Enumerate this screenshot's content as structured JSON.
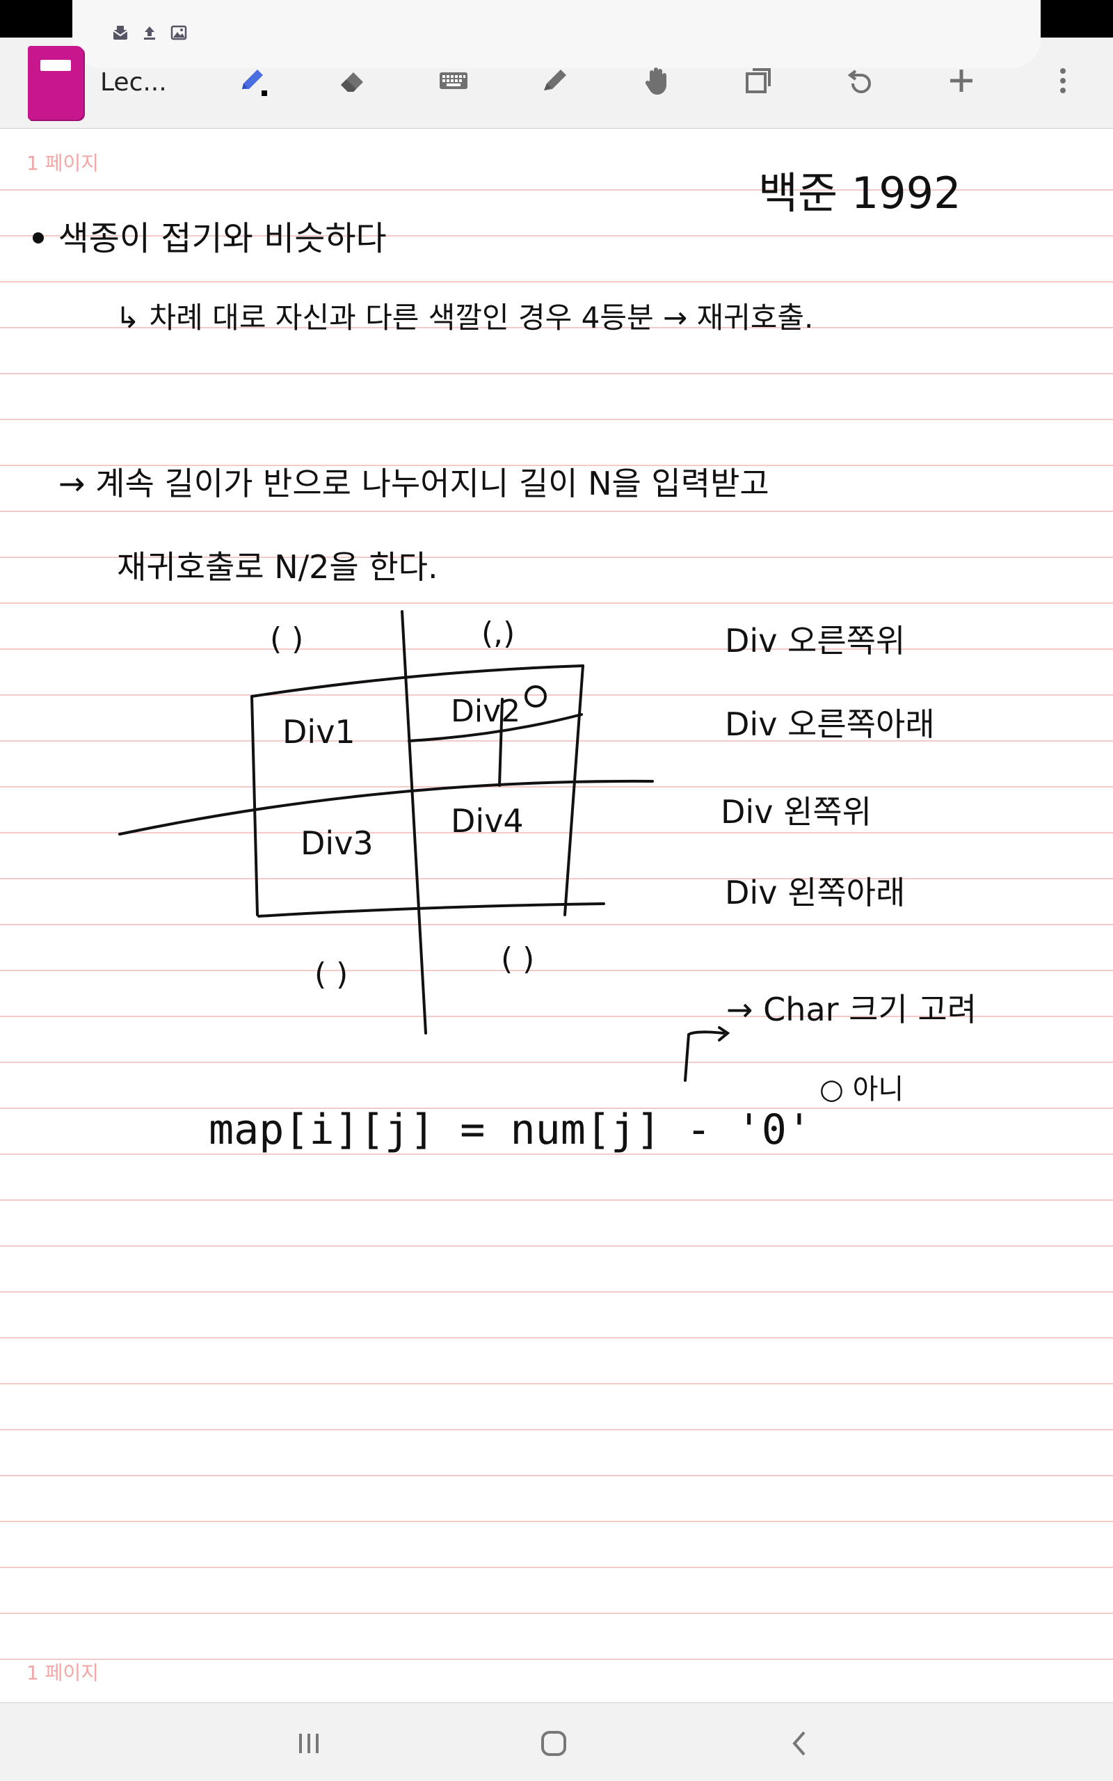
{
  "app": {
    "doc_title": "Lec...",
    "accent_color": "#c8168f"
  },
  "status_icons": [
    "mail-icon",
    "upload-icon",
    "image-icon"
  ],
  "toolbar": {
    "tools": [
      "pen-tool-icon",
      "eraser-icon",
      "keyboard-icon",
      "highlighter-icon",
      "hand-icon",
      "pages-icon",
      "undo-icon",
      "add-icon",
      "more-icon"
    ]
  },
  "page": {
    "label_top": "1 페이지",
    "label_bottom": "1 페이지",
    "line_color": "#f3c9c9"
  },
  "notes": {
    "title": "백준 1992",
    "line1": "• 색종이 접기와 비슷하다",
    "line2": "↳ 차례 대로    자신과 다른 색깔인 경우 4등분 → 재귀호출.",
    "line3": "→ 계속 길이가 반으로 나누어지니 길이 N을 입력받고",
    "line4": "재귀호출로 N/2을 한다.",
    "quad_top_left": "( )",
    "quad_top_right": "(,)",
    "quad_bottom_left": "( )",
    "quad_bottom_right": "( )",
    "div1": "Div1",
    "div2": "Div2",
    "div3": "Div3",
    "div4": "Div4",
    "div_label_1": "Div 오른쪽위",
    "div_label_2": "Div 오른쪽아래",
    "div_label_3": "Div 왼쪽위",
    "div_label_4": "Div 왼쪽아래",
    "char_note": "→ Char 크기 고려",
    "ok_note": "○ 아니",
    "code_line": "map[i][j] = num[j] - '0'"
  },
  "nav": [
    "recent-apps-icon",
    "home-icon",
    "back-icon"
  ]
}
